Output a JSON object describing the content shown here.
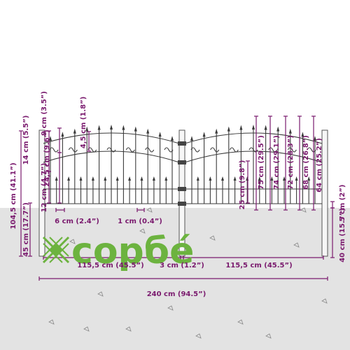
{
  "colors": {
    "dimension": "#7a1a6e",
    "logo": "#6cb33f",
    "ground": "#e3e3e3",
    "fence": "#3a3a3a"
  },
  "logo": {
    "text": "copбé",
    "icon": "lattice-logo-icon"
  },
  "dimensions": {
    "total_height": "104,5 cm (41.1”)",
    "above_ground": "45 cm (17.7”)",
    "arch_rise": "14 cm (5.5”)",
    "lower_section": "12 cm (4.7”)",
    "top_segment": "9 cm (3.5”)",
    "scroll_height": "24,5 cm (9.6”)",
    "spike_height": "4,5 cm (1.8”)",
    "picket_spacing": "6 cm (2.4”)",
    "picket_width": "1 cm (0.4”)",
    "inner_panel": "25 cm (9.8”)",
    "picket_75": "75 cm (29.5”)",
    "picket_74": "74 cm (29.1”)",
    "picket_72": "72 cm (28.3”)",
    "picket_68": "68 cm (26.8”)",
    "picket_64": "64 cm (25.2”)",
    "bottom_gap": "5 cm (2”)",
    "ground_stake": "40 cm (15.7”)",
    "panel_width_left": "115,5 cm (45.5”)",
    "connector_width": "3 cm (1.2”)",
    "panel_width_right": "115,5 cm (45.5”)",
    "total_width": "240 cm (94.5”)"
  }
}
